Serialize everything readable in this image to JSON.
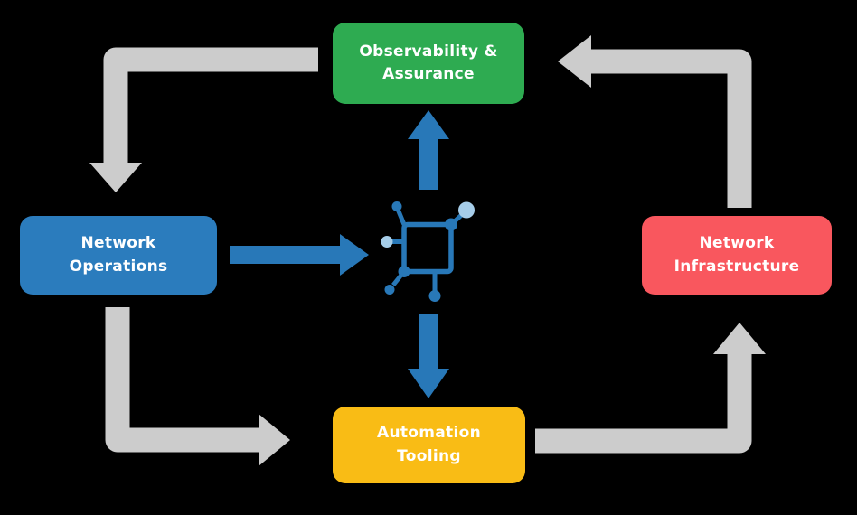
{
  "title": "Network automation lifecycle diagram",
  "colors": {
    "bg": "#000000",
    "green": "#2eab51",
    "blue": "#2b7cbd",
    "red": "#f9575e",
    "yellow": "#f9bc15",
    "gray": "#cccccc",
    "arrowBlue": "#2878b8",
    "iconLight": "#a6cde9",
    "text": "#ffffff"
  },
  "nodes": {
    "observability": {
      "label": "Observability &\nAssurance"
    },
    "operations": {
      "label": "Network\nOperations"
    },
    "infrastructure": {
      "label": "Network\nInfrastructure"
    },
    "automation": {
      "label": "Automation\nTooling"
    }
  },
  "icons": {
    "center": "network-nodes-icon"
  },
  "arrows": [
    {
      "from": "observability",
      "to": "operations",
      "style": "gray-elbow"
    },
    {
      "from": "operations",
      "to": "automation",
      "style": "gray-elbow"
    },
    {
      "from": "automation",
      "to": "infrastructure",
      "style": "gray-elbow"
    },
    {
      "from": "infrastructure",
      "to": "observability",
      "style": "gray-elbow"
    },
    {
      "from": "operations",
      "to": "center-icon",
      "style": "blue-straight"
    },
    {
      "from": "center-icon",
      "to": "observability",
      "style": "blue-straight"
    },
    {
      "from": "center-icon",
      "to": "automation",
      "style": "blue-straight"
    }
  ]
}
